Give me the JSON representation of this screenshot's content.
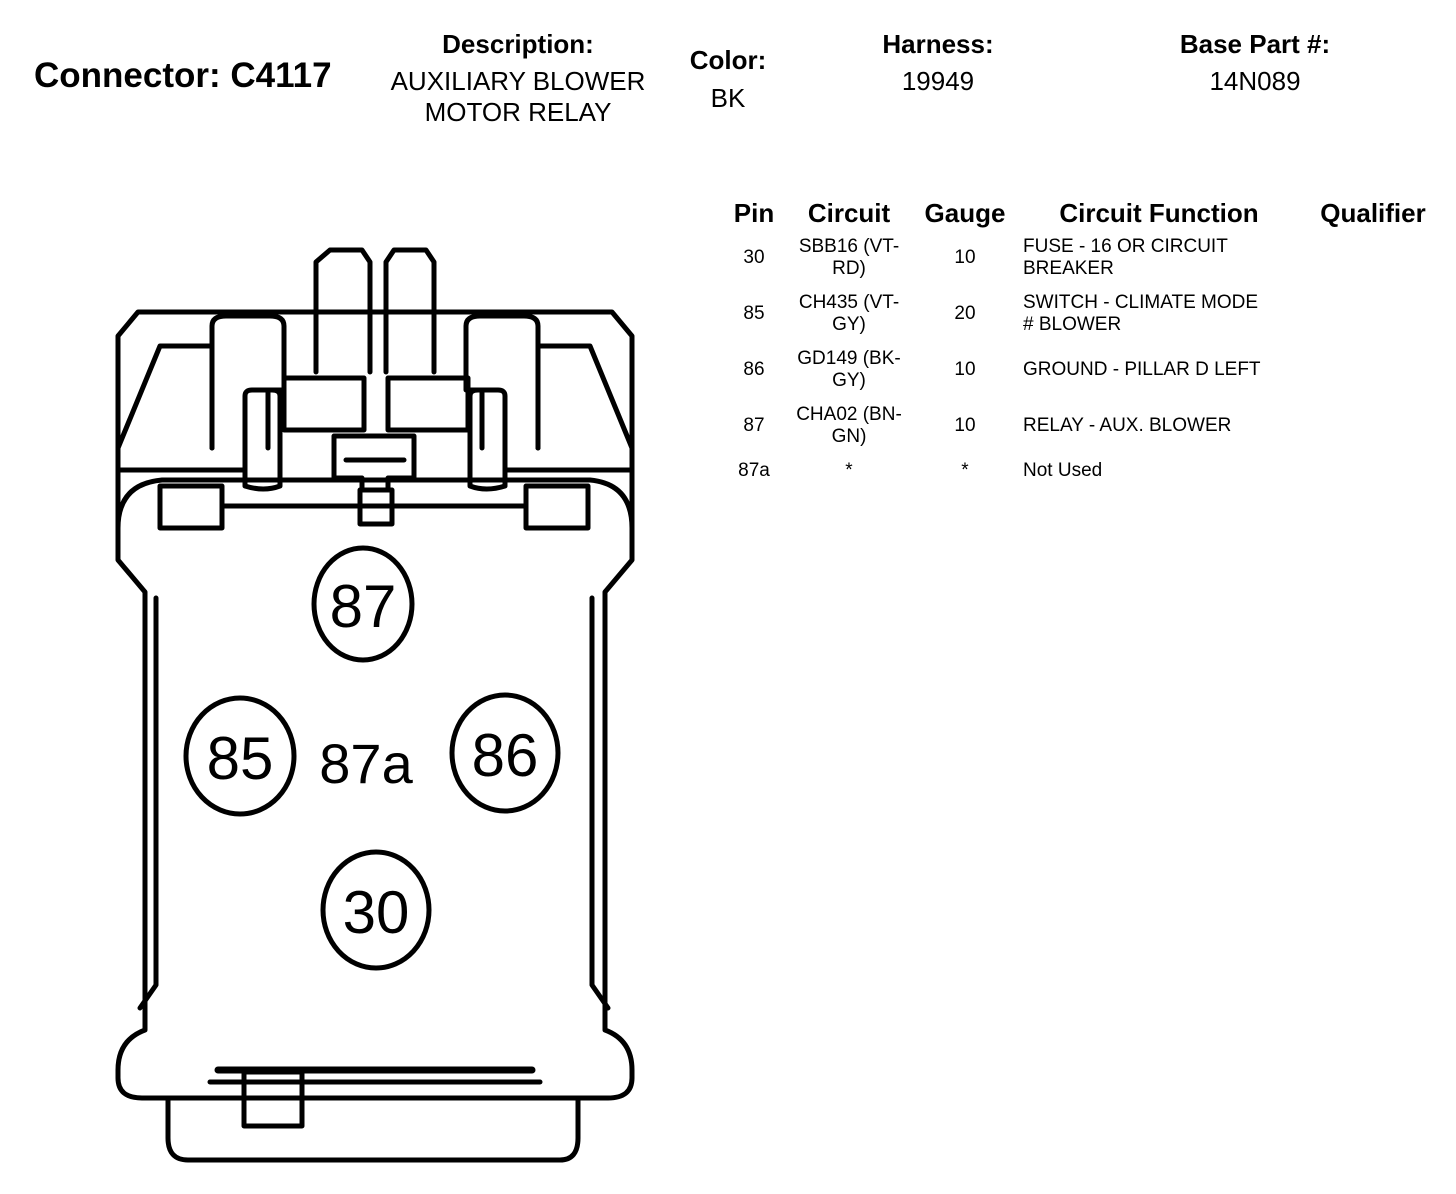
{
  "connector": {
    "label": "Connector: C4117"
  },
  "header": {
    "description": {
      "label": "Description:",
      "line1": "AUXILIARY BLOWER",
      "line2": "MOTOR RELAY"
    },
    "color": {
      "label": "Color:",
      "value": "BK"
    },
    "harness": {
      "label": "Harness:",
      "value": "19949"
    },
    "base_part": {
      "label": "Base Part #:",
      "value": "14N089"
    }
  },
  "table": {
    "headers": [
      "Pin",
      "Circuit",
      "Gauge",
      "Circuit Function",
      "Qualifier"
    ],
    "rows": [
      {
        "pin": "30",
        "circuit": [
          "SBB16 (VT-",
          "RD)"
        ],
        "gauge": "10",
        "function": [
          "FUSE - 16 OR CIRCUIT",
          "BREAKER"
        ],
        "qualifier": ""
      },
      {
        "pin": "85",
        "circuit": [
          "CH435 (VT-",
          "GY)"
        ],
        "gauge": "20",
        "function": [
          "SWITCH - CLIMATE MODE",
          "# BLOWER"
        ],
        "qualifier": ""
      },
      {
        "pin": "86",
        "circuit": [
          "GD149 (BK-",
          "GY)"
        ],
        "gauge": "10",
        "function": [
          "GROUND - PILLAR D LEFT"
        ],
        "qualifier": ""
      },
      {
        "pin": "87",
        "circuit": [
          "CHA02 (BN-",
          "GN)"
        ],
        "gauge": "10",
        "function": [
          "RELAY - AUX. BLOWER"
        ],
        "qualifier": ""
      },
      {
        "pin": "87a",
        "circuit": [
          "*"
        ],
        "gauge": "*",
        "function": [
          "Not Used"
        ],
        "qualifier": ""
      }
    ]
  },
  "diagram": {
    "pins": {
      "p87": "87",
      "p85": "85",
      "p87a": "87a",
      "p86": "86",
      "p30": "30"
    }
  }
}
